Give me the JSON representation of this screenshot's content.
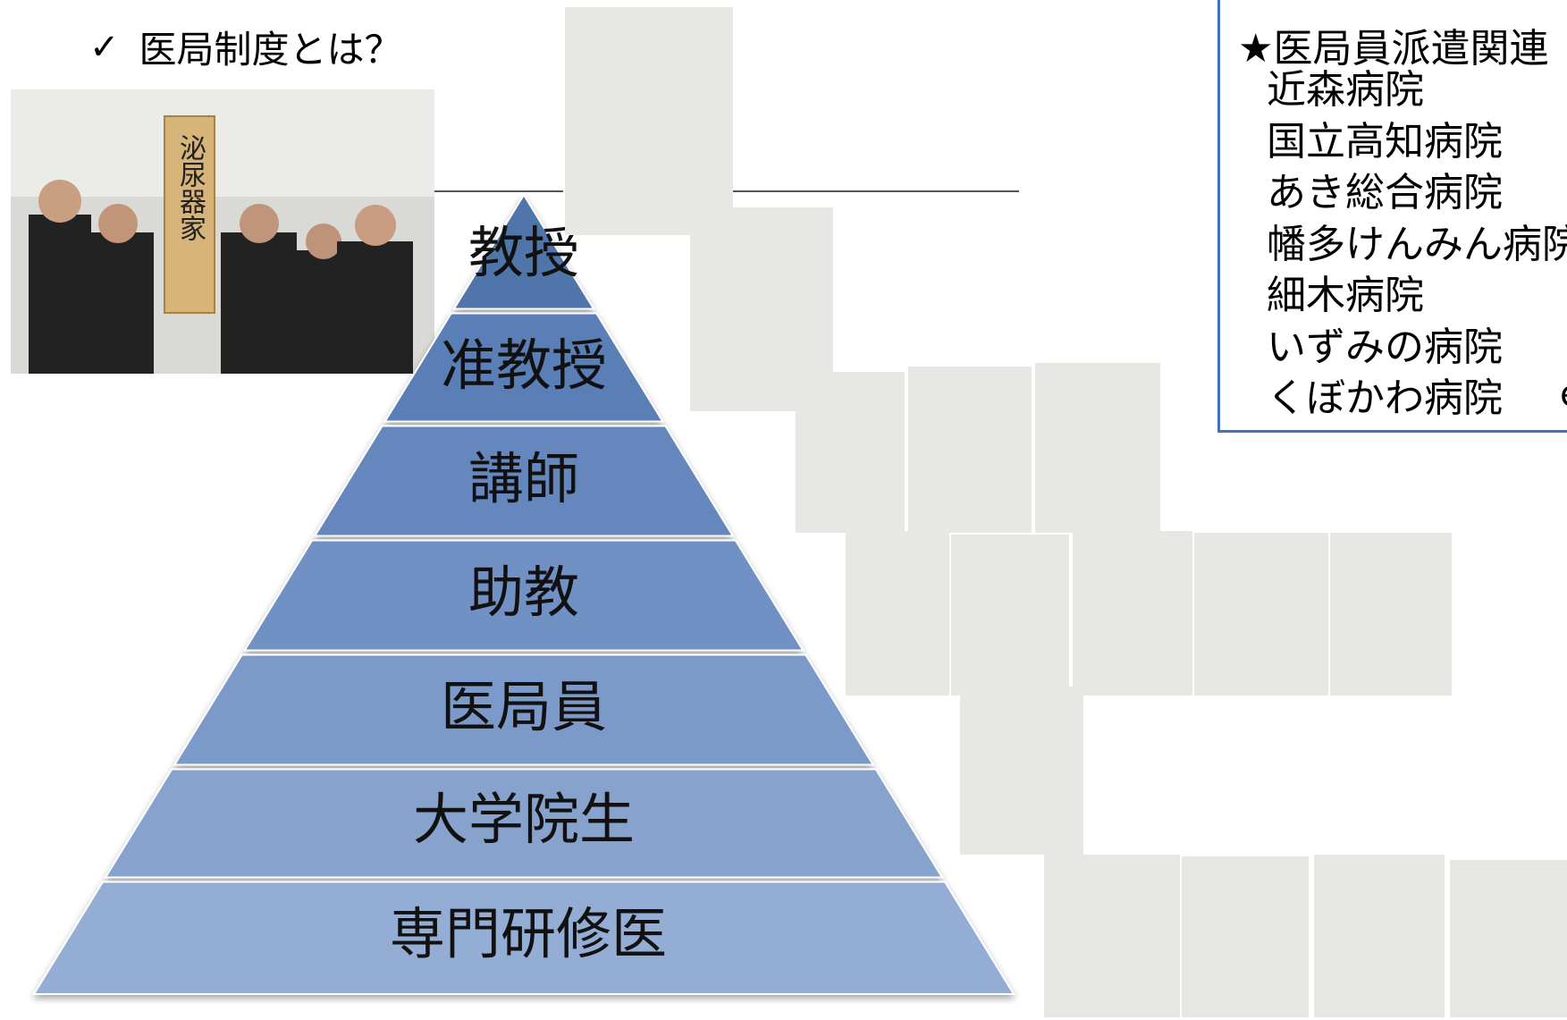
{
  "heading": {
    "check_icon": "check-mark-icon",
    "text": "医局制度とは？"
  },
  "poster": {
    "signboard_text": "泌尿器家"
  },
  "pyramid": {
    "tiers": [
      {
        "label": "教授"
      },
      {
        "label": "准教授"
      },
      {
        "label": "講師"
      },
      {
        "label": "助教"
      },
      {
        "label": "医局員"
      },
      {
        "label": "大学院生"
      },
      {
        "label": "専門研修医"
      }
    ],
    "colors": [
      "#4f74aa",
      "#5a7fb7",
      "#6687bd",
      "#7191c4",
      "#7c9ac9",
      "#87a3cd",
      "#93add4"
    ]
  },
  "hospital_box": {
    "title": "★医局員派遣関連",
    "hospitals": [
      "近森病院",
      "国立高知病院",
      "あき総合病院",
      "幡多けんみん病院",
      "細木病院",
      "いずみの病院",
      "くぼかわ病院"
    ],
    "trail": "e",
    "border_color": "#3f74b6"
  }
}
